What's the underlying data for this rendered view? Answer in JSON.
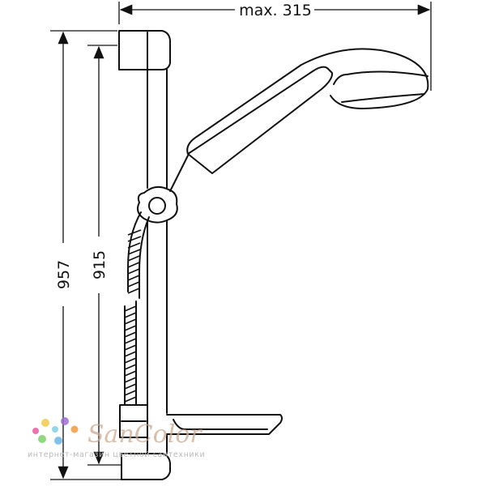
{
  "dimensions": {
    "width_label": "max. 315",
    "overall_height": "957",
    "rail_height": "915"
  },
  "watermark": {
    "brand": "SanColor",
    "tagline": "интернет-магазин цветной сантехники",
    "dot_colors": [
      "#e85c9e",
      "#f2c94c",
      "#7ed0e6",
      "#9b6fd1",
      "#f39a3c",
      "#7fcf6a",
      "#6fb5ea"
    ]
  }
}
